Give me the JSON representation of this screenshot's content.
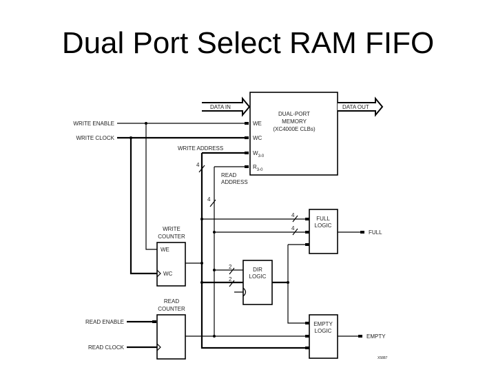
{
  "title": "Dual Port Select RAM FIFO",
  "diagram": {
    "memory": {
      "line1": "DUAL-PORT",
      "line2": "MEMORY",
      "line3": "(XC4000E CLBs)",
      "pins": {
        "we": "WE",
        "wc": "WC",
        "w": "W",
        "w_sub": "3-0",
        "r": "R",
        "r_sub": "3-0"
      }
    },
    "data_in": "DATA IN",
    "data_out": "DATA OUT",
    "write_enable": "WRITE ENABLE",
    "write_clock": "WRITE CLOCK",
    "write_address": "WRITE ADDRESS",
    "read_address": {
      "line1": "READ",
      "line2": "ADDRESS"
    },
    "bus_width_4": "4",
    "bus_width_2": "2",
    "write_counter": {
      "line1": "WRITE",
      "line2": "COUNTER",
      "we": "WE",
      "wc": "WC"
    },
    "read_counter": {
      "line1": "READ",
      "line2": "COUNTER"
    },
    "read_enable": "READ ENABLE",
    "read_clock": "READ CLOCK",
    "full_logic": {
      "line1": "FULL",
      "line2": "LOGIC"
    },
    "dir_logic": {
      "line1": "DIR",
      "line2": "LOGIC"
    },
    "empty_logic": {
      "line1": "EMPTY",
      "line2": "LOGIC"
    },
    "full": "FULL",
    "empty": "EMPTY",
    "figure_id": "X5887"
  }
}
